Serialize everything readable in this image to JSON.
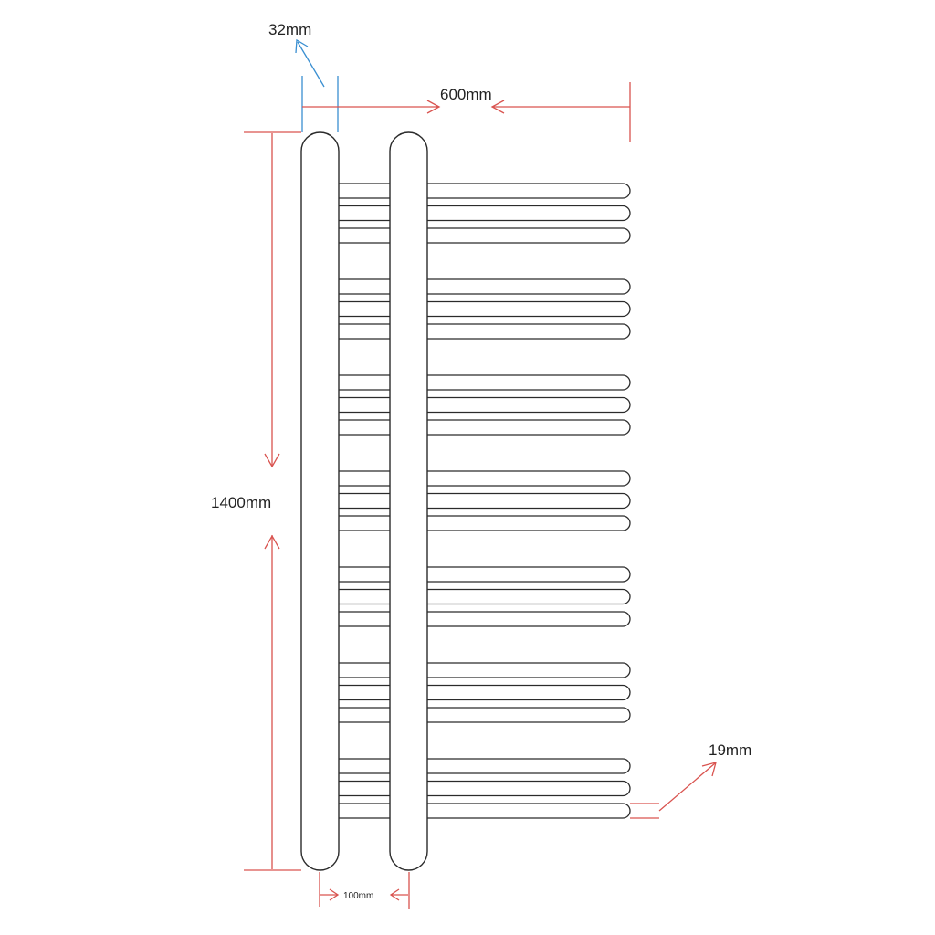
{
  "dimensions": {
    "pipe_diameter": "32mm",
    "width": "600mm",
    "height": "1400mm",
    "bar_diameter": "19mm",
    "pipe_spacing": "100mm"
  },
  "structure": {
    "bar_groups": 7,
    "bars_per_group": 3
  },
  "colors": {
    "outline": "#2b2b2b",
    "dimension_red": "#d9534f",
    "dimension_blue": "#3a8fd1",
    "background": "#ffffff"
  }
}
